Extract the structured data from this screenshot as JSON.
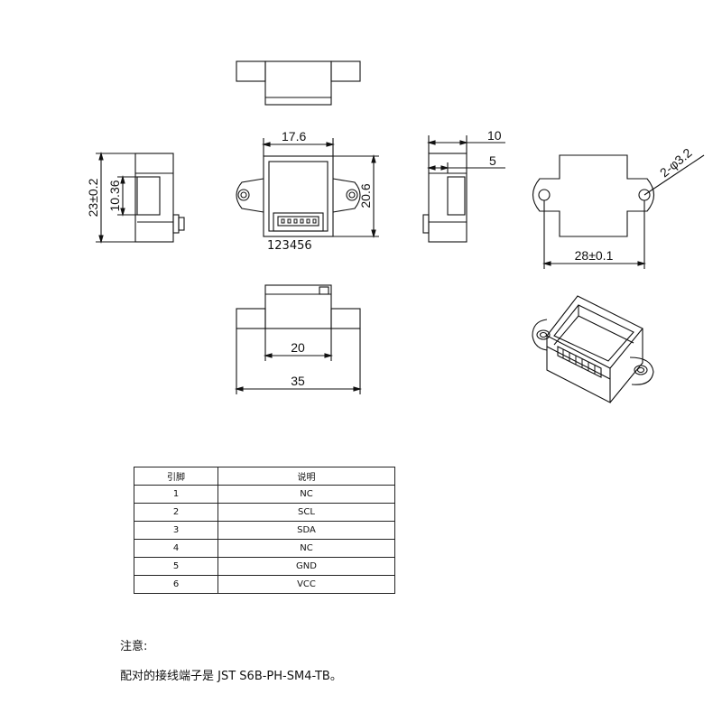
{
  "drawing": {
    "front_width": "17.6",
    "front_height": "20.6",
    "pin_numbers": "123456",
    "side_overall_height": "23±0.2",
    "side_inner_height": "10.36",
    "right_depth_total": "10",
    "right_depth_step": "5",
    "hole_diameter": "2-φ3.2",
    "hole_spacing": "28±0.1",
    "bottom_inner_width": "20",
    "bottom_overall_width": "35"
  },
  "pin_table": {
    "headers": [
      "引脚",
      "说明"
    ],
    "rows": [
      [
        "1",
        "NC"
      ],
      [
        "2",
        "SCL"
      ],
      [
        "3",
        "SDA"
      ],
      [
        "4",
        "NC"
      ],
      [
        "5",
        "GND"
      ],
      [
        "6",
        "VCC"
      ]
    ]
  },
  "notes": {
    "title": "注意:",
    "body": "配对的接线端子是 JST S6B-PH-SM4-TB。"
  }
}
